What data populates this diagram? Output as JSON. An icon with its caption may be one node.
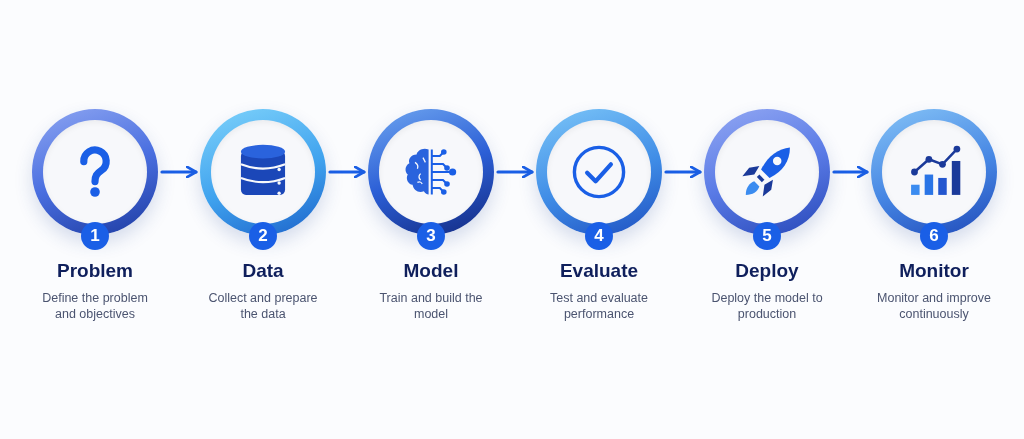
{
  "diagram": {
    "nodes": [
      {
        "text": [
          "1",
          "Problem",
          "Define the problem and objectives"
        ]
      },
      {
        "text": [
          "2",
          "Data",
          "Collect and prepare the data"
        ]
      },
      {
        "text": [
          "3",
          "Model",
          "Train and build the model"
        ]
      },
      {
        "text": [
          "4",
          "Evaluate",
          "Test and evaluate performance"
        ]
      },
      {
        "text": [
          "5",
          "Deploy",
          "Deploy the model to production"
        ]
      },
      {
        "text": [
          "6",
          "Monitor",
          "Monitor and improve continuously"
        ]
      }
    ],
    "edges": [
      {
        "from": 0,
        "to": 1,
        "arrow": "to"
      },
      {
        "from": 1,
        "to": 2,
        "arrow": "to"
      },
      {
        "from": 2,
        "to": 3,
        "arrow": "to"
      },
      {
        "from": 3,
        "to": 4,
        "arrow": "to"
      },
      {
        "from": 4,
        "to": 5,
        "arrow": "to"
      }
    ]
  }
}
